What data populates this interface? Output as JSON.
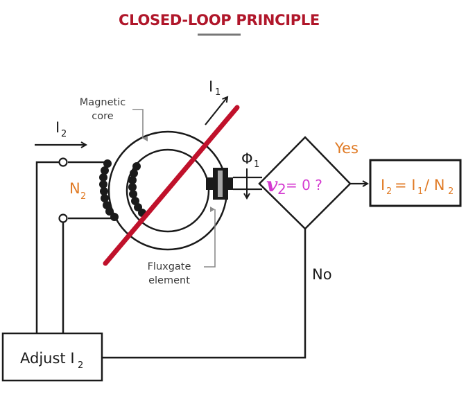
{
  "title": "CLOSED-LOOP PRINCIPLE",
  "colors": {
    "title": "#b0162a",
    "primary_conductor": "#c0112b",
    "accent_orange": "#e07a24",
    "condition_magenta": "#d43ad0",
    "line": "#1a1a1a",
    "callout_gray": "#8a8a8a"
  },
  "labels": {
    "magnetic_core_line1": "Magnetic",
    "magnetic_core_line2": "core",
    "fluxgate_line1": "Fluxgate",
    "fluxgate_line2": "element",
    "i1_main": "I",
    "i1_sub": "1",
    "i2_main": "I",
    "i2_sub": "2",
    "n2_main": "N",
    "n2_sub": "2",
    "phi_main": "Φ",
    "phi_sub": "1",
    "yes": "Yes",
    "no": "No"
  },
  "decision": {
    "v_symbol": "v",
    "v_sub": "2",
    "rest": "= 0 ?"
  },
  "result_box": {
    "i2": "I",
    "i2_sub": "2",
    "eq": "= I",
    "i1_sub": "1",
    "slash": "/ N",
    "n2_sub": "2"
  },
  "adjust_box": {
    "label": "Adjust I",
    "sub": "2"
  }
}
